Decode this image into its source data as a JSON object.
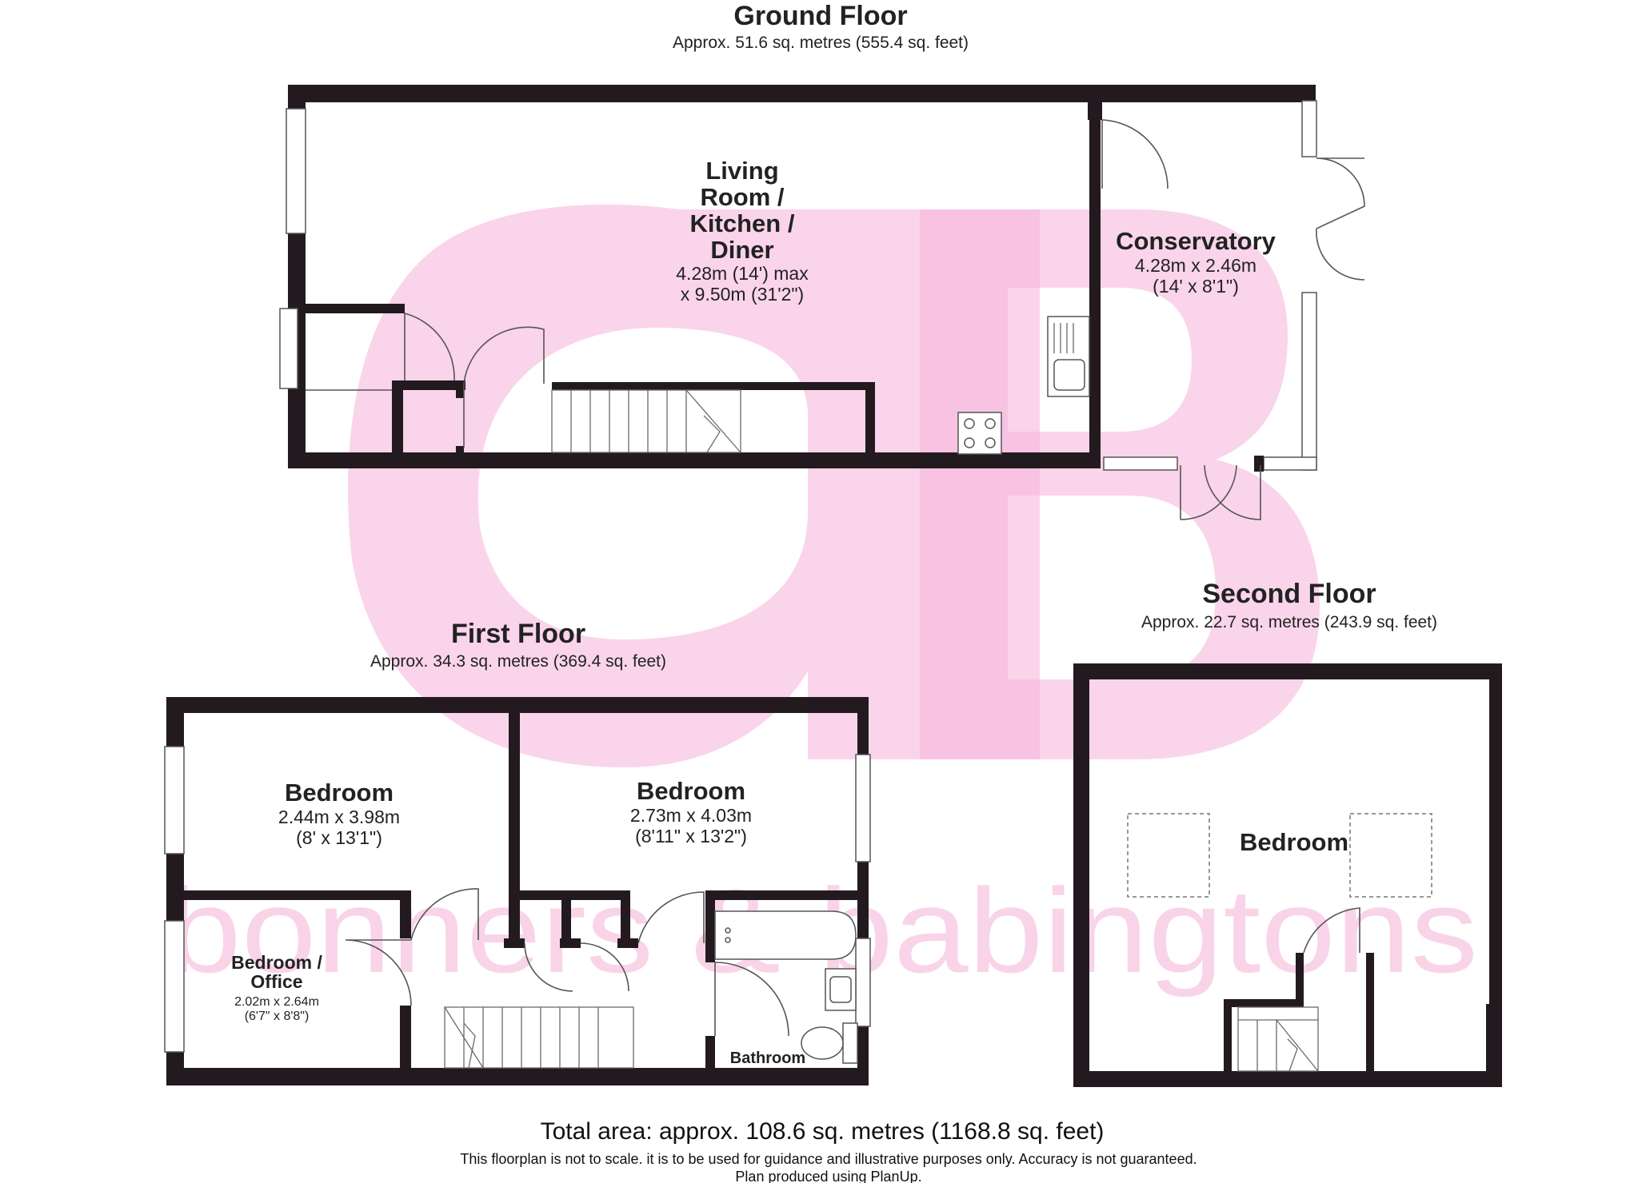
{
  "watermark": {
    "brand_text": "bonners & babingtons",
    "color": "#f6b8dc"
  },
  "floors": {
    "ground": {
      "title": "Ground Floor",
      "area": "Approx. 51.6 sq. metres (555.4 sq. feet)",
      "rooms": {
        "living": {
          "name_lines": [
            "Living",
            "Room /",
            "Kitchen /",
            "Diner"
          ],
          "dim_lines": [
            "4.28m (14') max",
            "x 9.50m (31'2\")"
          ]
        },
        "conservatory": {
          "name": "Conservatory",
          "dim_lines": [
            "4.28m x 2.46m",
            "(14' x 8'1\")"
          ]
        }
      }
    },
    "first": {
      "title": "First Floor",
      "area": "Approx. 34.3 sq. metres (369.4 sq. feet)",
      "rooms": {
        "bedroom_left": {
          "name": "Bedroom",
          "dim_lines": [
            "2.44m x 3.98m",
            "(8' x 13'1\")"
          ]
        },
        "bedroom_right": {
          "name": "Bedroom",
          "dim_lines": [
            "2.73m x 4.03m",
            "(8'11\" x 13'2\")"
          ]
        },
        "office": {
          "name_lines": [
            "Bedroom /",
            "Office"
          ],
          "dim_lines": [
            "2.02m x 2.64m",
            "(6'7\" x 8'8\")"
          ]
        },
        "bathroom": {
          "name": "Bathroom"
        }
      }
    },
    "second": {
      "title": "Second Floor",
      "area": "Approx. 22.7 sq. metres (243.9 sq. feet)",
      "rooms": {
        "bedroom": {
          "name": "Bedroom"
        }
      }
    }
  },
  "footer": {
    "total": "Total area: approx. 108.6 sq. metres (1168.8 sq. feet)",
    "disclaimer": "This floorplan is not to scale. it is to be used for guidance and illustrative purposes only. Accuracy is not guaranteed.",
    "credit": "Plan produced using PlanUp."
  }
}
